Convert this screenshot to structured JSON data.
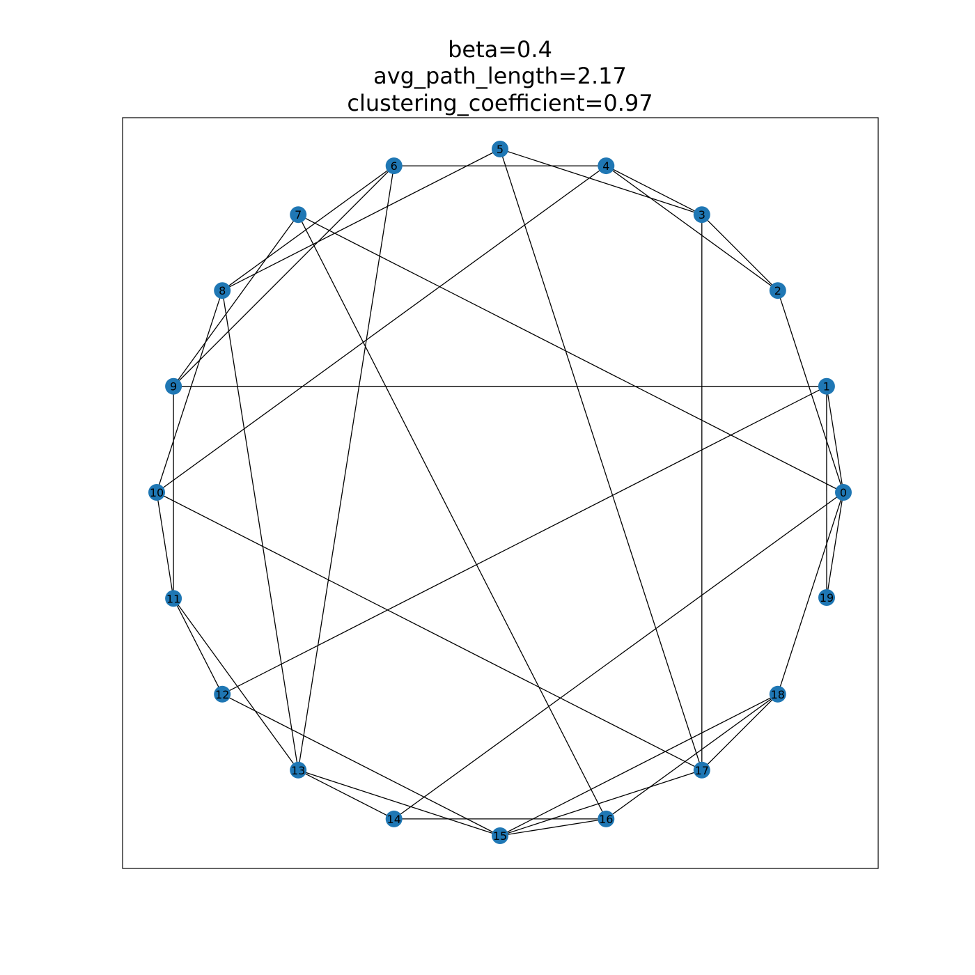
{
  "title": {
    "line1": "beta=0.4",
    "line2": "avg_path_length=2.17",
    "line3": "clustering_coefficient=0.97"
  },
  "colors": {
    "node": "#1f77b4",
    "edge": "#000000",
    "frame": "#000000",
    "background": "#ffffff"
  },
  "graph": {
    "nodes": [
      "0",
      "1",
      "2",
      "3",
      "4",
      "5",
      "6",
      "7",
      "8",
      "9",
      "10",
      "11",
      "12",
      "13",
      "14",
      "15",
      "16",
      "17",
      "18",
      "19"
    ],
    "edges": [
      [
        0,
        1
      ],
      [
        0,
        2
      ],
      [
        0,
        7
      ],
      [
        0,
        14
      ],
      [
        0,
        18
      ],
      [
        0,
        19
      ],
      [
        1,
        9
      ],
      [
        1,
        12
      ],
      [
        1,
        19
      ],
      [
        2,
        3
      ],
      [
        2,
        4
      ],
      [
        3,
        4
      ],
      [
        3,
        5
      ],
      [
        3,
        17
      ],
      [
        4,
        6
      ],
      [
        4,
        10
      ],
      [
        5,
        8
      ],
      [
        5,
        17
      ],
      [
        6,
        8
      ],
      [
        6,
        9
      ],
      [
        6,
        13
      ],
      [
        7,
        9
      ],
      [
        7,
        16
      ],
      [
        8,
        10
      ],
      [
        8,
        13
      ],
      [
        9,
        11
      ],
      [
        10,
        11
      ],
      [
        10,
        17
      ],
      [
        11,
        12
      ],
      [
        11,
        13
      ],
      [
        12,
        15
      ],
      [
        13,
        14
      ],
      [
        13,
        15
      ],
      [
        14,
        16
      ],
      [
        15,
        16
      ],
      [
        15,
        17
      ],
      [
        15,
        18
      ],
      [
        16,
        18
      ],
      [
        17,
        18
      ]
    ]
  }
}
